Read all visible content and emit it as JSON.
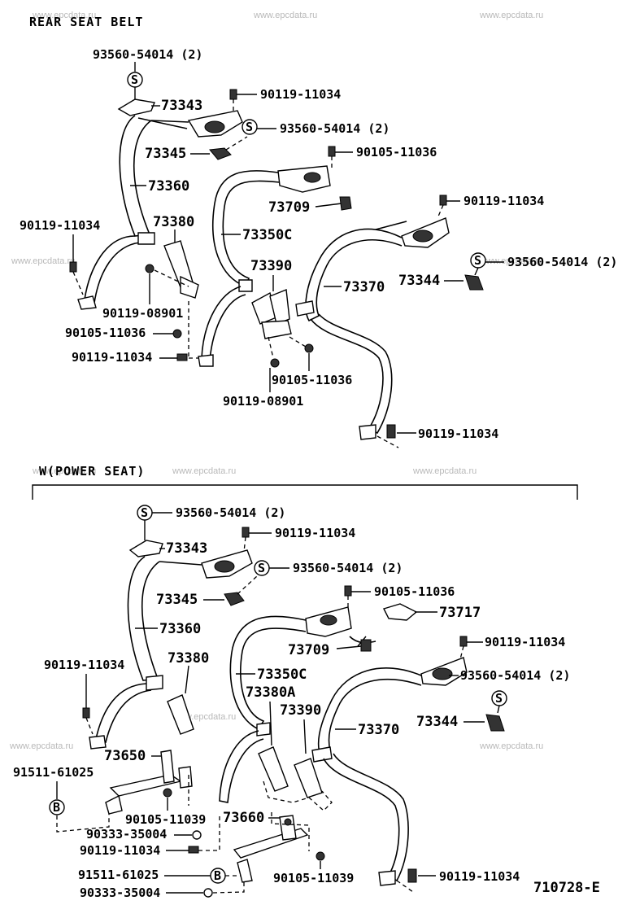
{
  "watermark": "www.epcdata.ru",
  "sections": {
    "rear": "REAR SEAT BELT",
    "power": "W(POWER SEAT)"
  },
  "labels": {
    "r_93560_top": "93560-54014 (2)",
    "r_s1": "S",
    "r_73343": "73343",
    "r_90119_a": "90119-11034",
    "r_s2": "S",
    "r_93560_b": "93560-54014 (2)",
    "r_73345": "73345",
    "r_90105_a": "90105-11036",
    "r_73360": "73360",
    "r_73709": "73709",
    "r_90119_b": "90119-11034",
    "r_90119_c": "90119-11034",
    "r_73380": "73380",
    "r_73350c": "73350C",
    "r_s3": "S",
    "r_93560_c": "93560-54014 (2)",
    "r_73390": "73390",
    "r_73370": "73370",
    "r_73344": "73344",
    "r_90119_08901_a": "90119-08901",
    "r_90105_b": "90105-11036",
    "r_90119_d": "90119-11034",
    "r_90105_c": "90105-11036",
    "r_90119_08901_b": "90119-08901",
    "r_90119_e": "90119-11034",
    "p_s1": "S",
    "p_93560_a": "93560-54014 (2)",
    "p_90119_a": "90119-11034",
    "p_73343": "73343",
    "p_s2": "S",
    "p_93560_b": "93560-54014 (2)",
    "p_90105_a": "90105-11036",
    "p_73345": "73345",
    "p_73717": "73717",
    "p_73360": "73360",
    "p_73709": "73709",
    "p_90119_b": "90119-11034",
    "p_90119_c": "90119-11034",
    "p_73380": "73380",
    "p_73350c": "73350C",
    "p_93560_c": "93560-54014 (2)",
    "p_73380a": "73380A",
    "p_73390": "73390",
    "p_s3": "S",
    "p_73344": "73344",
    "p_73370": "73370",
    "p_73650": "73650",
    "p_91511_a": "91511-61025",
    "p_b1": "B",
    "p_90105_11039_a": "90105-11039",
    "p_90333_a": "90333-35004",
    "p_73660": "73660",
    "p_90119_d": "90119-11034",
    "p_91511_b": "91511-61025",
    "p_b2": "B",
    "p_90105_11039_b": "90105-11039",
    "p_90119_e": "90119-11034",
    "p_90333_b": "90333-35004",
    "figure_code": "710728-E"
  }
}
